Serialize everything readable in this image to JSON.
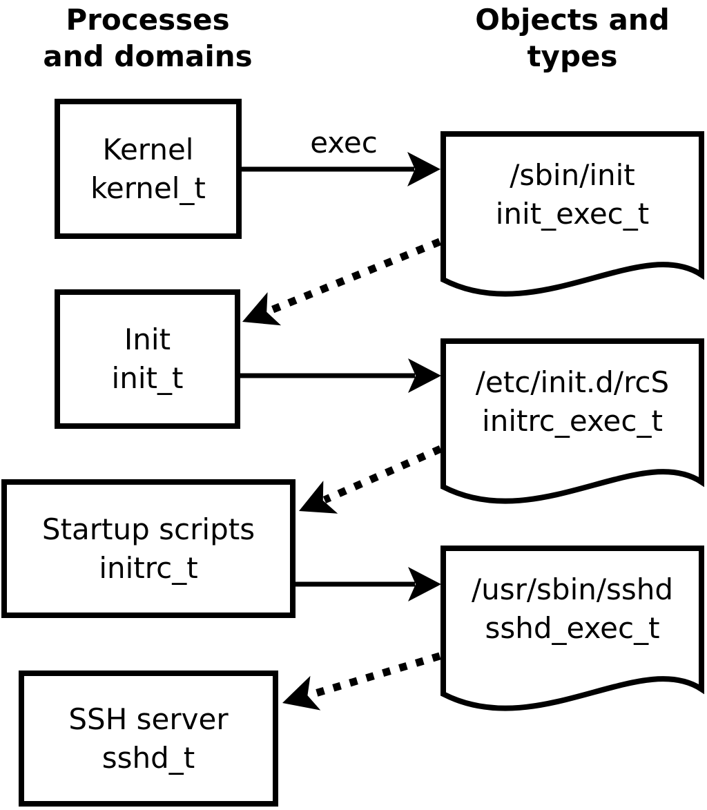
{
  "headers": {
    "left": {
      "line1": "Processes",
      "line2": "and domains"
    },
    "right": {
      "line1": "Objects and",
      "line2": "types"
    }
  },
  "arrow_label": "exec",
  "process_boxes": [
    {
      "name": "Kernel",
      "domain": "kernel_t"
    },
    {
      "name": "Init",
      "domain": "init_t"
    },
    {
      "name": "Startup scripts",
      "domain": "initrc_t"
    },
    {
      "name": "SSH server",
      "domain": "sshd_t"
    }
  ],
  "object_docs": [
    {
      "path": "/sbin/init",
      "type": "init_exec_t"
    },
    {
      "path": "/etc/init.d/rcS",
      "type": "initrc_exec_t"
    },
    {
      "path": "/usr/sbin/sshd",
      "type": "sshd_exec_t"
    }
  ],
  "colors": {
    "stroke": "#000000",
    "background": "#ffffff",
    "text": "#000000"
  }
}
